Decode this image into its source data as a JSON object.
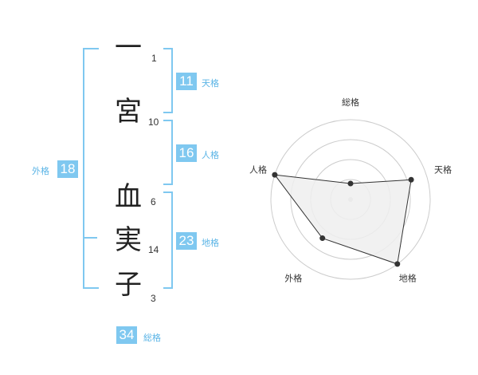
{
  "name": {
    "characters": [
      "一",
      "宮",
      "血",
      "実",
      "子"
    ],
    "strokes": [
      "1",
      "10",
      "6",
      "14",
      "3"
    ]
  },
  "kakusu": {
    "tenkaku": {
      "value": "11",
      "label": "天格"
    },
    "jinkaku": {
      "value": "16",
      "label": "人格"
    },
    "chikaku": {
      "value": "23",
      "label": "地格"
    },
    "gaikaku": {
      "value": "18",
      "label": "外格"
    },
    "soukaku": {
      "value": "34",
      "label": "総格"
    }
  },
  "chart_data": {
    "type": "radar",
    "axes": [
      "総格",
      "天格",
      "地格",
      "外格",
      "人格"
    ],
    "values": [
      1,
      4,
      5,
      3,
      5
    ],
    "max": 5,
    "rings": 4,
    "colors": {
      "fill": "#eeeeee",
      "line": "#333333",
      "rings": "#cccccc"
    }
  },
  "colors": {
    "accent": "#7fc8f0",
    "label": "#5ab4e6"
  }
}
